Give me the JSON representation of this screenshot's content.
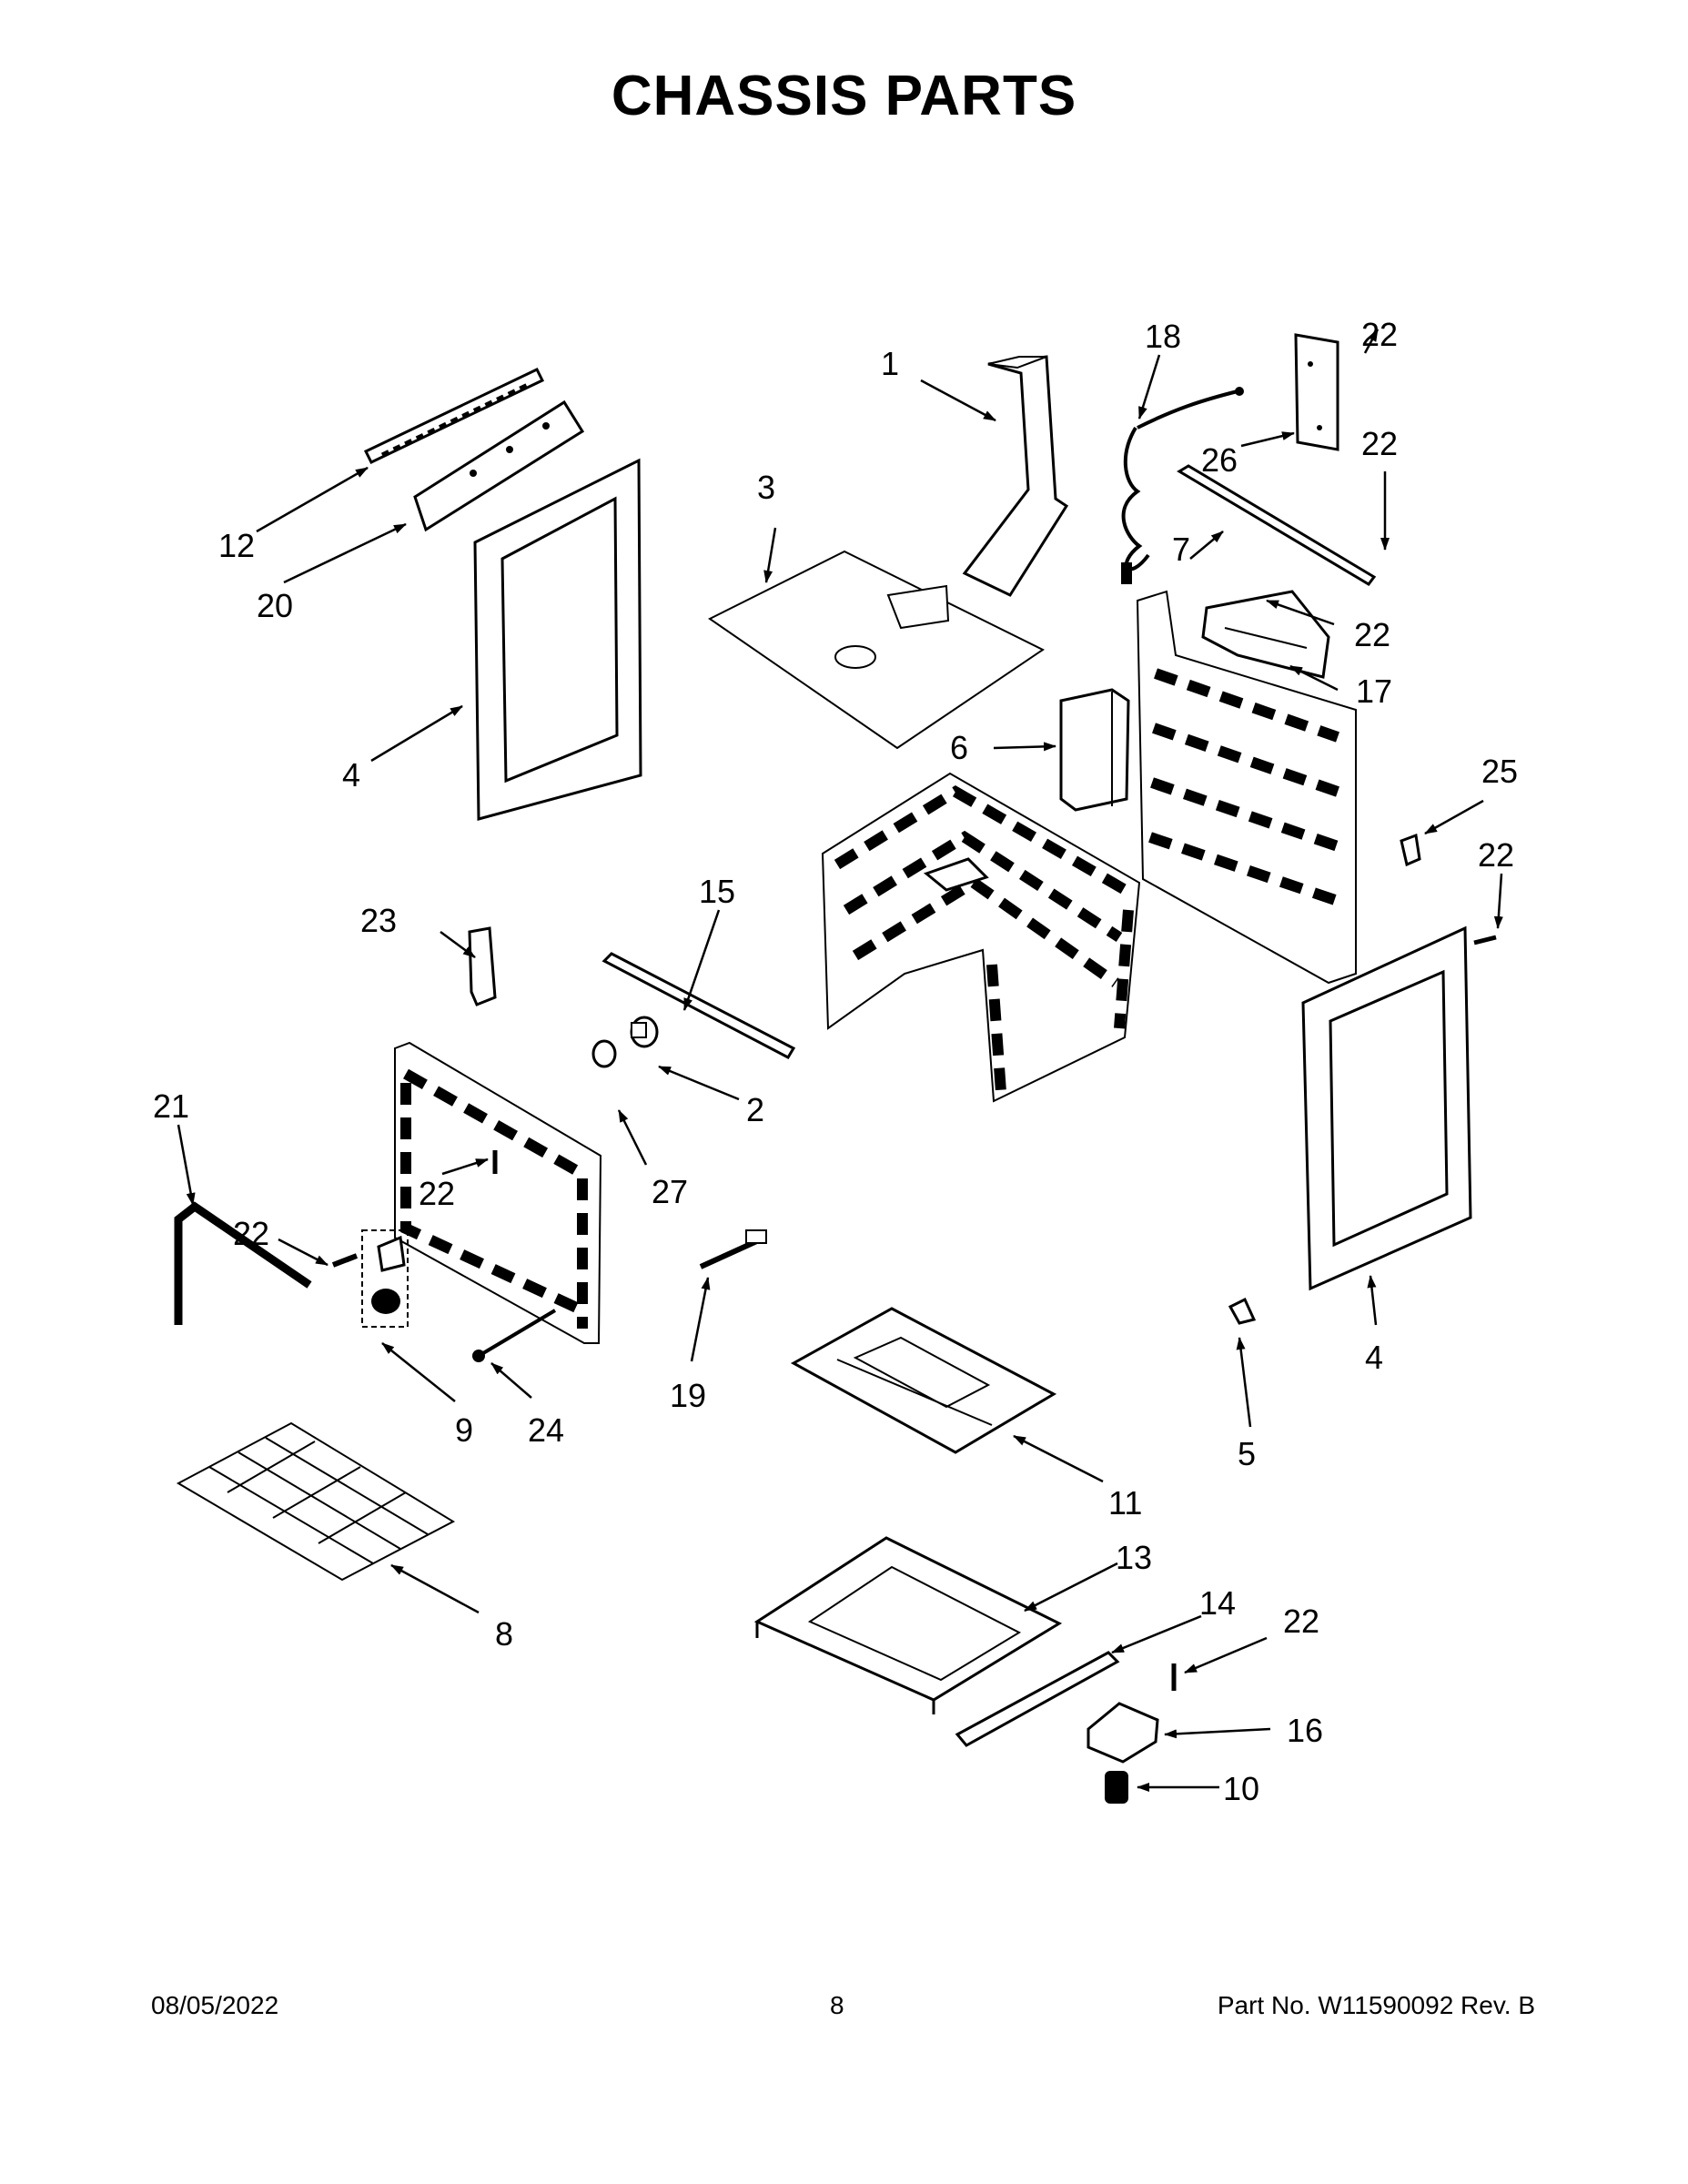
{
  "title": "CHASSIS PARTS",
  "footer": {
    "date": "08/05/2022",
    "page": "8",
    "part_number": "Part No.  W11590092  Rev.  B"
  },
  "callouts": [
    {
      "id": "c1",
      "label": "1"
    },
    {
      "id": "c2",
      "label": "2"
    },
    {
      "id": "c3",
      "label": "3"
    },
    {
      "id": "c4a",
      "label": "4"
    },
    {
      "id": "c4b",
      "label": "4"
    },
    {
      "id": "c5",
      "label": "5"
    },
    {
      "id": "c6",
      "label": "6"
    },
    {
      "id": "c7",
      "label": "7"
    },
    {
      "id": "c8",
      "label": "8"
    },
    {
      "id": "c9",
      "label": "9"
    },
    {
      "id": "c10",
      "label": "10"
    },
    {
      "id": "c11",
      "label": "11"
    },
    {
      "id": "c12",
      "label": "12"
    },
    {
      "id": "c13",
      "label": "13"
    },
    {
      "id": "c14",
      "label": "14"
    },
    {
      "id": "c15",
      "label": "15"
    },
    {
      "id": "c16",
      "label": "16"
    },
    {
      "id": "c17",
      "label": "17"
    },
    {
      "id": "c18",
      "label": "18"
    },
    {
      "id": "c19",
      "label": "19"
    },
    {
      "id": "c20",
      "label": "20"
    },
    {
      "id": "c21",
      "label": "21"
    },
    {
      "id": "c22a",
      "label": "22"
    },
    {
      "id": "c22b",
      "label": "22"
    },
    {
      "id": "c22c",
      "label": "22"
    },
    {
      "id": "c22d",
      "label": "22"
    },
    {
      "id": "c22e",
      "label": "22"
    },
    {
      "id": "c22f",
      "label": "22"
    },
    {
      "id": "c22g",
      "label": "22"
    },
    {
      "id": "c23",
      "label": "23"
    },
    {
      "id": "c24",
      "label": "24"
    },
    {
      "id": "c25",
      "label": "25"
    },
    {
      "id": "c26",
      "label": "26"
    },
    {
      "id": "c27",
      "label": "27"
    }
  ]
}
